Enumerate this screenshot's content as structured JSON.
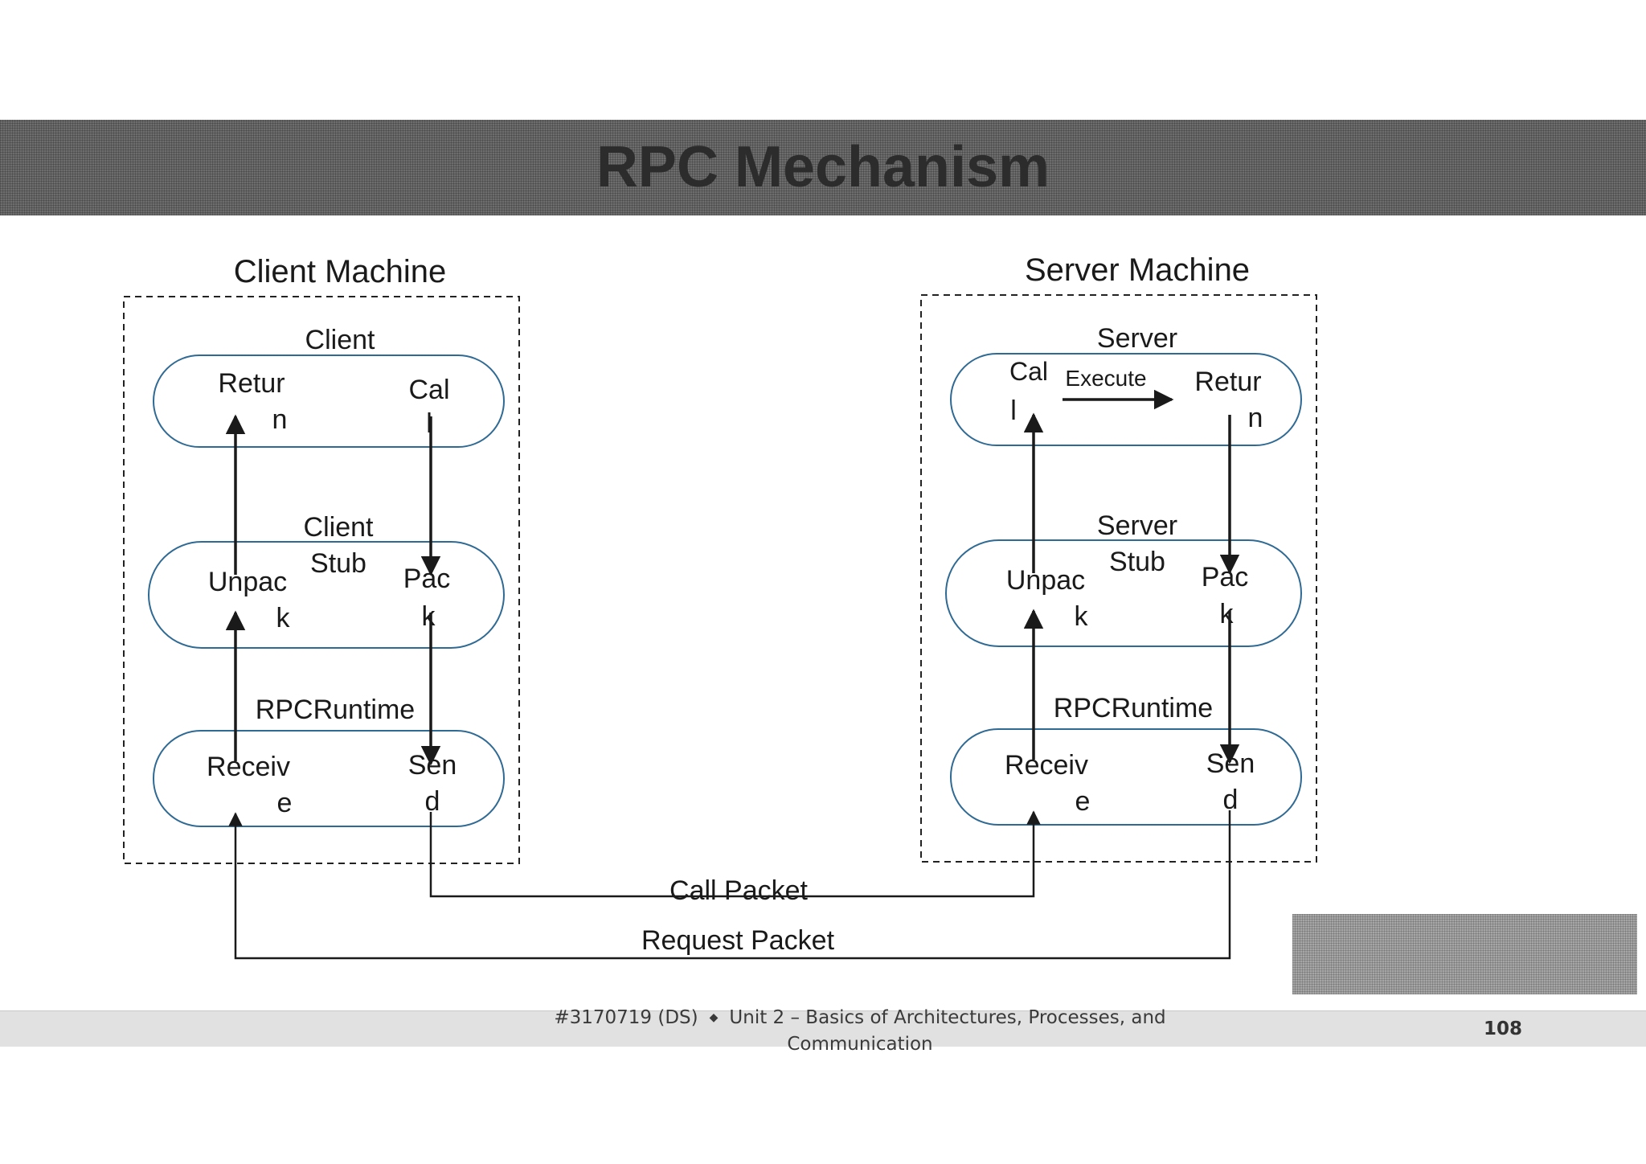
{
  "slide": {
    "title": "RPC Mechanism",
    "footer": {
      "course": "#3170719 (DS)",
      "separator": "◆",
      "unit_line1": "Unit 2 – Basics of Architectures, Processes, and",
      "unit_line2": "Communication",
      "page_number": "108"
    }
  },
  "diagram": {
    "client_machine": {
      "title": "Client Machine",
      "client": {
        "label": "Client",
        "left_1": "Retur",
        "left_2": "n",
        "right_1": "Cal",
        "right_2": "l"
      },
      "stub": {
        "label_1": "Client",
        "label_2": "Stub",
        "left_1": "Unpac",
        "left_2": "k",
        "right_1": "Pac",
        "right_2": "k"
      },
      "runtime": {
        "label": "RPCRuntime",
        "left_1": "Receiv",
        "left_2": "e",
        "right_1": "Sen",
        "right_2": "d"
      }
    },
    "server_machine": {
      "title": "Server Machine",
      "server": {
        "label": "Server",
        "left_1": "Cal",
        "left_2": "l",
        "execute": "Execute",
        "right_1": "Retur",
        "right_2": "n"
      },
      "stub": {
        "label_1": "Server",
        "label_2": "Stub",
        "left_1": "Unpac",
        "left_2": "k",
        "right_1": "Pac",
        "right_2": "k"
      },
      "runtime": {
        "label": "RPCRuntime",
        "left_1": "Receiv",
        "left_2": "e",
        "right_1": "Sen",
        "right_2": "d"
      }
    },
    "links": {
      "call_packet": "Call Packet",
      "request_packet": "Request Packet"
    },
    "colors": {
      "box_stroke": "#2f6a94",
      "line": "#1a1a1a",
      "title_band": "#6d6d6d",
      "footer_band": "#e1e1e1"
    }
  }
}
